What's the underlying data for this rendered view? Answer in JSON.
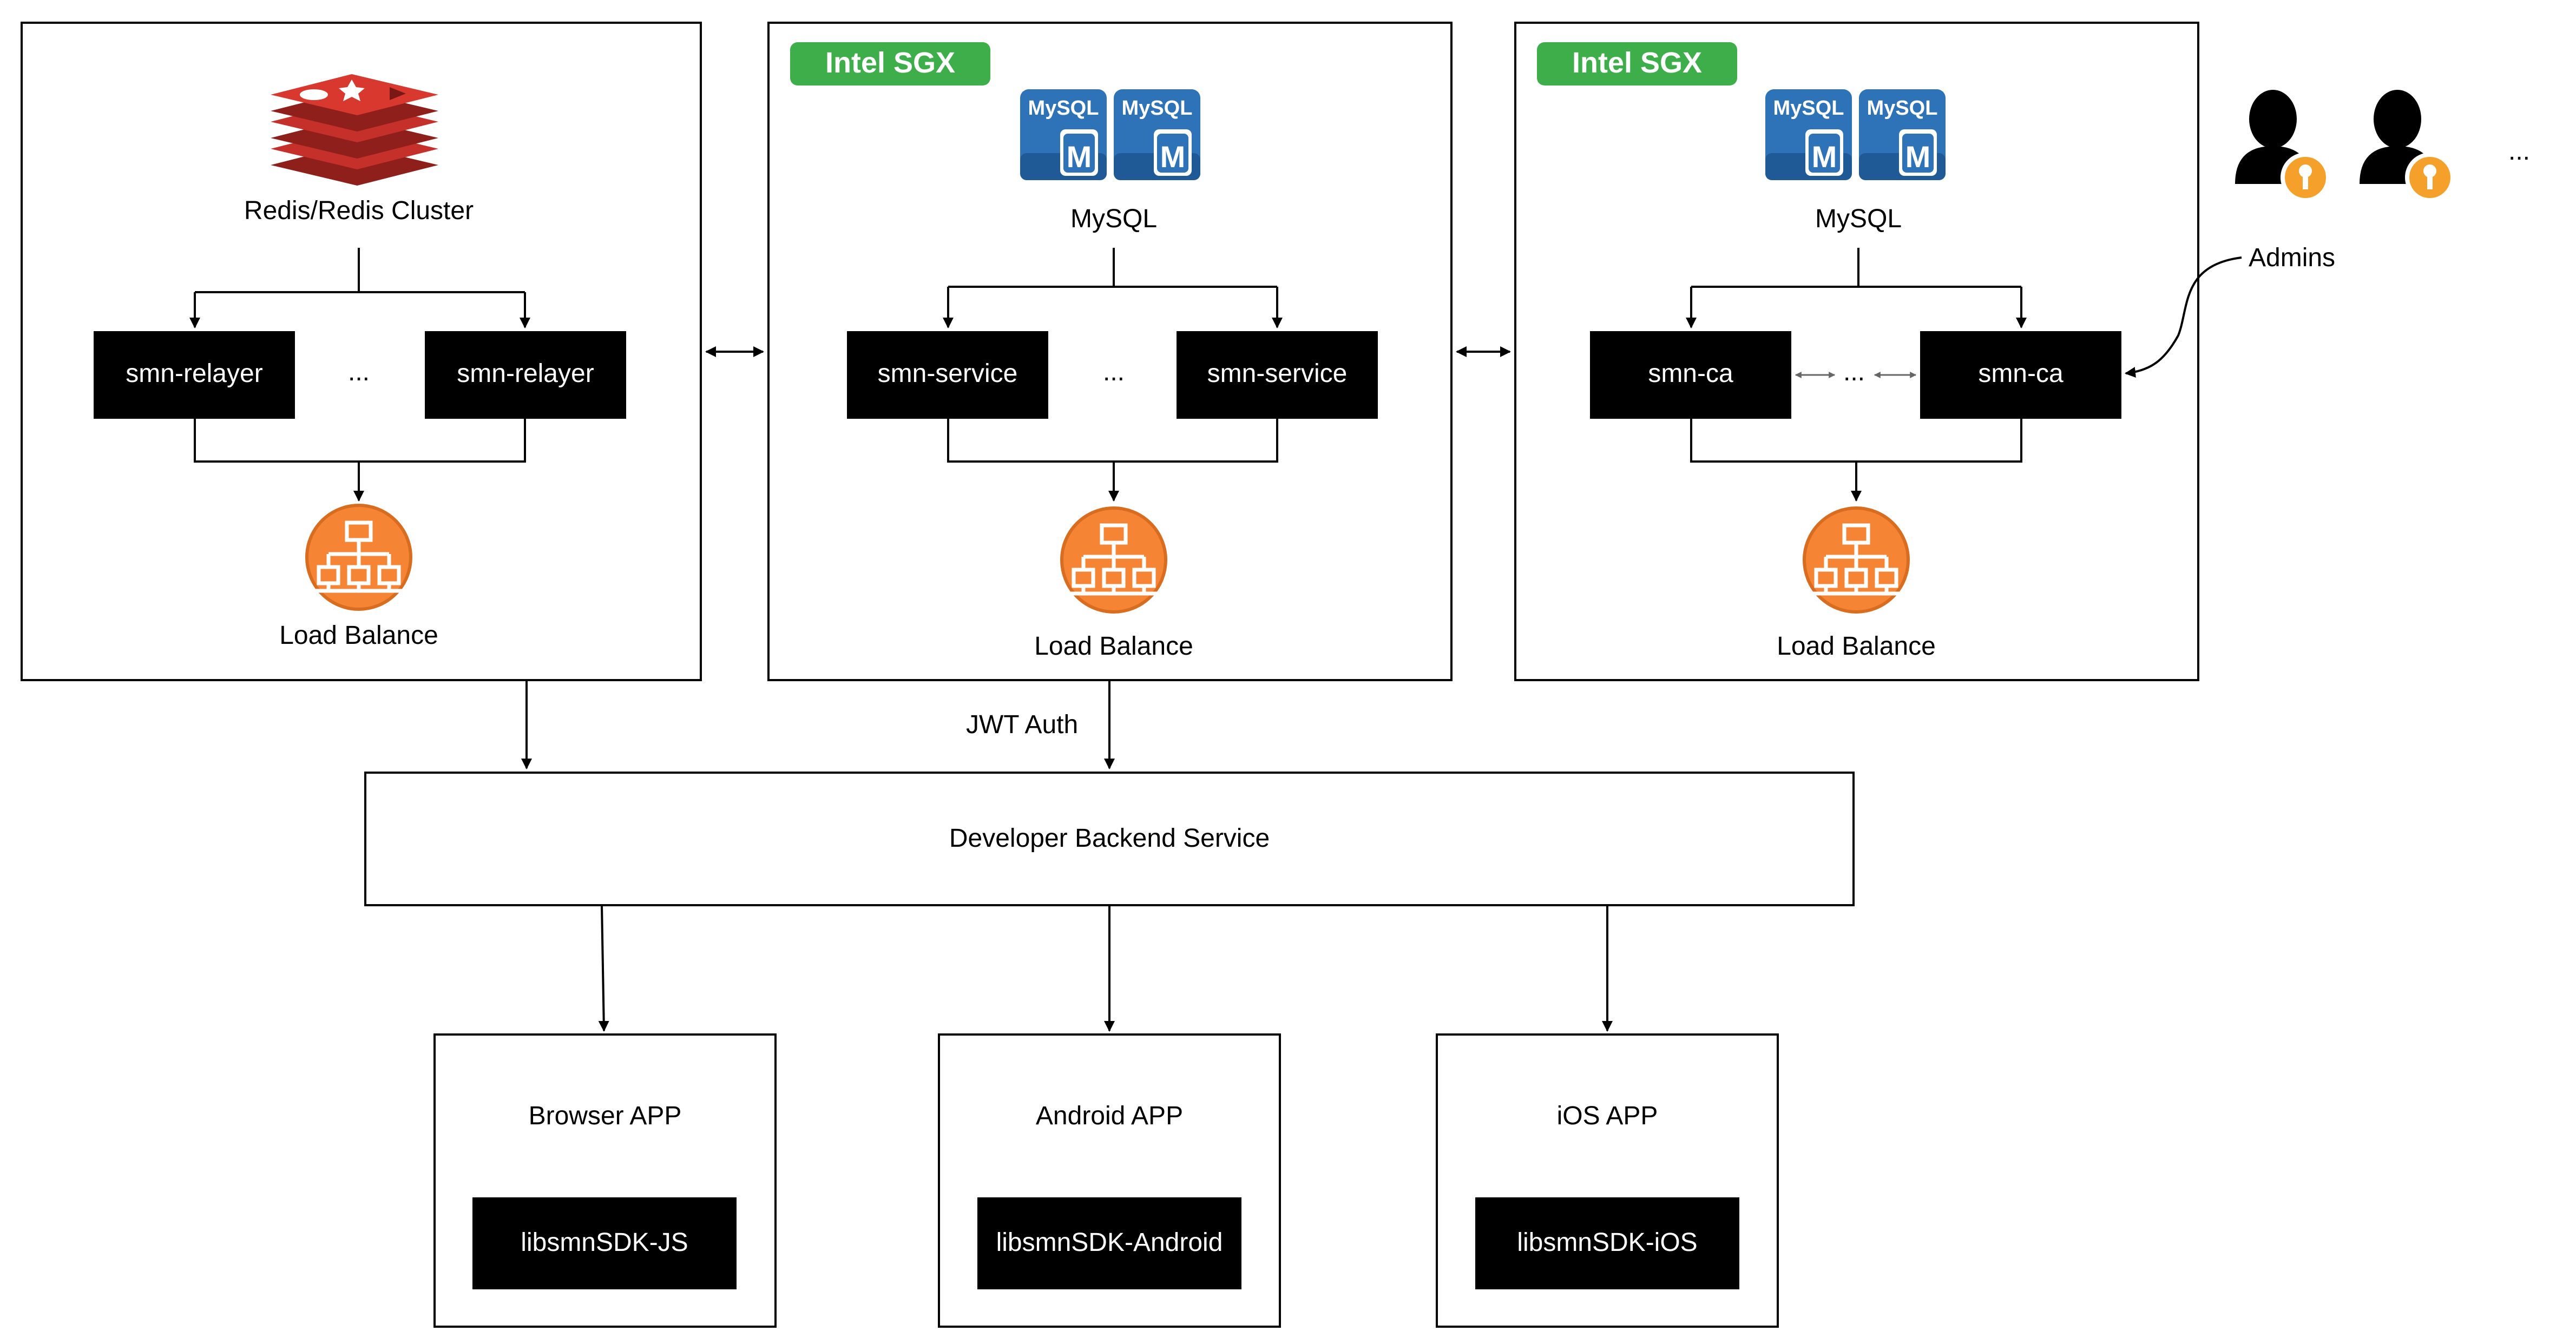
{
  "colors": {
    "sgx_badge": "#3dae49",
    "redis_red": "#c6302b",
    "redis_dark": "#8f1f1b",
    "mysql_blue": "#2e73b8",
    "mysql_dark": "#1f5a96",
    "lb_orange": "#f58534",
    "key_orange": "#f5a02a"
  },
  "relayer_cluster": {
    "store_icon": "redis-icon",
    "store_label": "Redis/Redis Cluster",
    "node_left": "smn-relayer",
    "node_right": "smn-relayer",
    "ellipsis": "...",
    "lb_icon": "load-balancer-icon",
    "lb_label": "Load Balance"
  },
  "service_cluster": {
    "badge": "Intel SGX",
    "db_icon": "mysql-icon",
    "db_label": "MySQL",
    "node_left": "smn-service",
    "node_right": "smn-service",
    "ellipsis": "...",
    "lb_label": "Load Balance"
  },
  "ca_cluster": {
    "badge": "Intel SGX",
    "db_label": "MySQL",
    "node_left": "smn-ca",
    "node_right": "smn-ca",
    "ellipsis": "...",
    "lb_label": "Load Balance"
  },
  "mysql_icon_text": {
    "brand": "MySQL",
    "letter": "M"
  },
  "admins": {
    "icon": "admin-user-icon",
    "ellipsis": "...",
    "label": "Admins"
  },
  "edge_labels": {
    "jwt": "JWT Auth"
  },
  "backend": {
    "label": "Developer Backend Service"
  },
  "apps": [
    {
      "title": "Browser APP",
      "sdk": "libsmnSDK-JS"
    },
    {
      "title": "Android APP",
      "sdk": "libsmnSDK-Android"
    },
    {
      "title": "iOS APP",
      "sdk": "libsmnSDK-iOS"
    }
  ]
}
